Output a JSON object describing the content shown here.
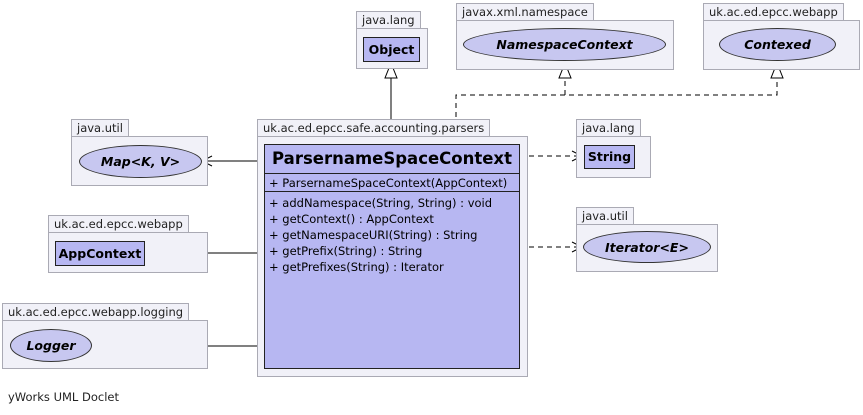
{
  "packages": {
    "java_lang_top": "java.lang",
    "javax_xml_namespace": "javax.xml.namespace",
    "webapp_top": "uk.ac.ed.epcc.webapp",
    "java_util_left": "java.util",
    "parsers": "uk.ac.ed.epcc.safe.accounting.parsers",
    "java_lang_right": "java.lang",
    "webapp_left": "uk.ac.ed.epcc.webapp",
    "java_util_right": "java.util",
    "webapp_logging": "uk.ac.ed.epcc.webapp.logging"
  },
  "classes": {
    "object": "Object",
    "namespace_context": "NamespaceContext",
    "contexed": "Contexed",
    "map": "Map<K, V>",
    "string": "String",
    "app_context": "AppContext",
    "iterator": "Iterator<E>",
    "logger": "Logger"
  },
  "main_class": {
    "name": "ParsernameSpaceContext",
    "constructors": [
      "+ ParsernameSpaceContext(AppContext)"
    ],
    "methods": [
      "+ addNamespace(String, String) : void",
      "+ getContext() : AppContext",
      "+ getNamespaceURI(String) : String",
      "+ getPrefix(String) : String",
      "+ getPrefixes(String) : Iterator"
    ]
  },
  "footer": "yWorks UML Doclet"
}
